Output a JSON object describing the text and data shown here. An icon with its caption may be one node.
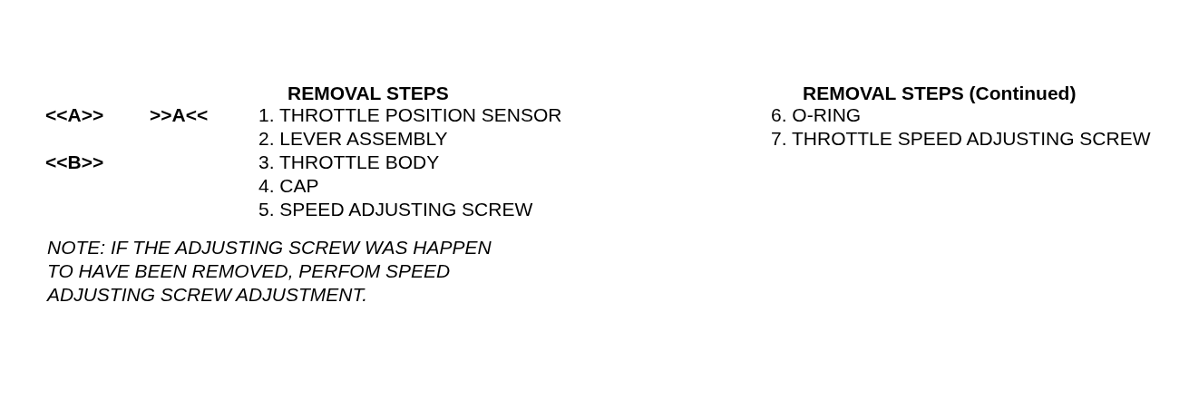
{
  "diagram": {
    "labels": [
      "REMOVAL STEPS",
      "REMOVAL STEPS (Continued)",
      "<<A>>",
      ">>A<<",
      "1. THROTTLE POSITION SENSOR",
      "6. O-RING",
      "2. LEVER ASSEMBLY",
      "7. THROTTLE SPEED ADJUSTING SCREW",
      "<<B>>",
      "3. THROTTLE BODY",
      "4. CAP",
      "5. SPEED ADJUSTING SCREW",
      "NOTE: IF THE ADJUSTING SCREW WAS HAPPEN TO HAVE BEEN REMOVED, PERFOM SPEED ADJUSTING SCREW ADJUSTMENT."
    ]
  }
}
